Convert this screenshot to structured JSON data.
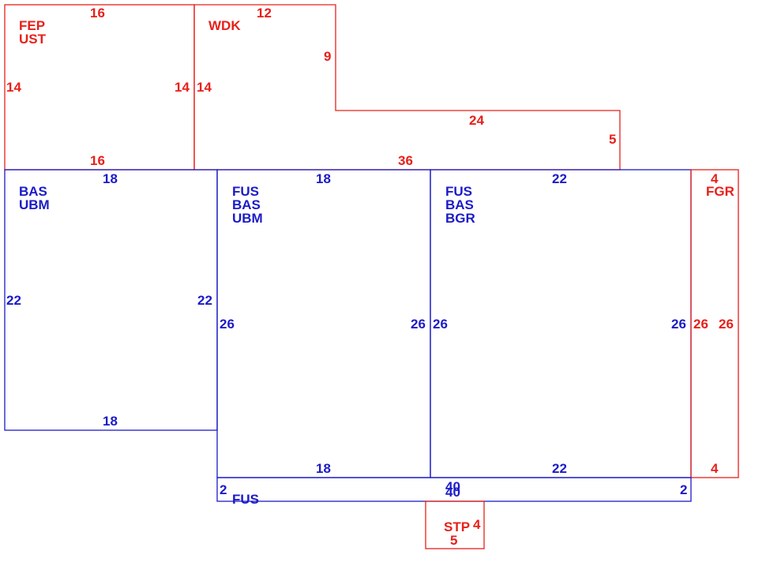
{
  "colors": {
    "red": "#e8201a",
    "blue": "#1b1bc8"
  },
  "areas": [
    {
      "id": "fep-ust",
      "color": "red",
      "codes": [
        "FEP",
        "UST"
      ],
      "dims": [
        "16",
        "14",
        "14",
        "16"
      ]
    },
    {
      "id": "wdk",
      "color": "red",
      "codes": [
        "WDK"
      ],
      "dims": [
        "12",
        "9",
        "24",
        "5",
        "36",
        "14"
      ]
    },
    {
      "id": "bas-ubm",
      "color": "blue",
      "codes": [
        "BAS",
        "UBM"
      ],
      "dims": [
        "18",
        "22",
        "22",
        "18"
      ]
    },
    {
      "id": "fus-bas-ubm",
      "color": "blue",
      "codes": [
        "FUS",
        "BAS",
        "UBM"
      ],
      "dims": [
        "18",
        "26",
        "26",
        "18"
      ]
    },
    {
      "id": "fus-bas-bgr",
      "color": "blue",
      "codes": [
        "FUS",
        "BAS",
        "BGR"
      ],
      "dims": [
        "22",
        "26",
        "26",
        "22"
      ]
    },
    {
      "id": "fgr",
      "color": "red",
      "codes": [
        "FGR"
      ],
      "dims": [
        "4",
        "26",
        "26",
        "4"
      ]
    },
    {
      "id": "fus-strip",
      "color": "blue",
      "codes": [
        "FUS"
      ],
      "dims": [
        "40",
        "40",
        "2",
        "2"
      ]
    },
    {
      "id": "stp",
      "color": "red",
      "codes": [
        "STP"
      ],
      "dims": [
        "4",
        "5"
      ]
    }
  ]
}
